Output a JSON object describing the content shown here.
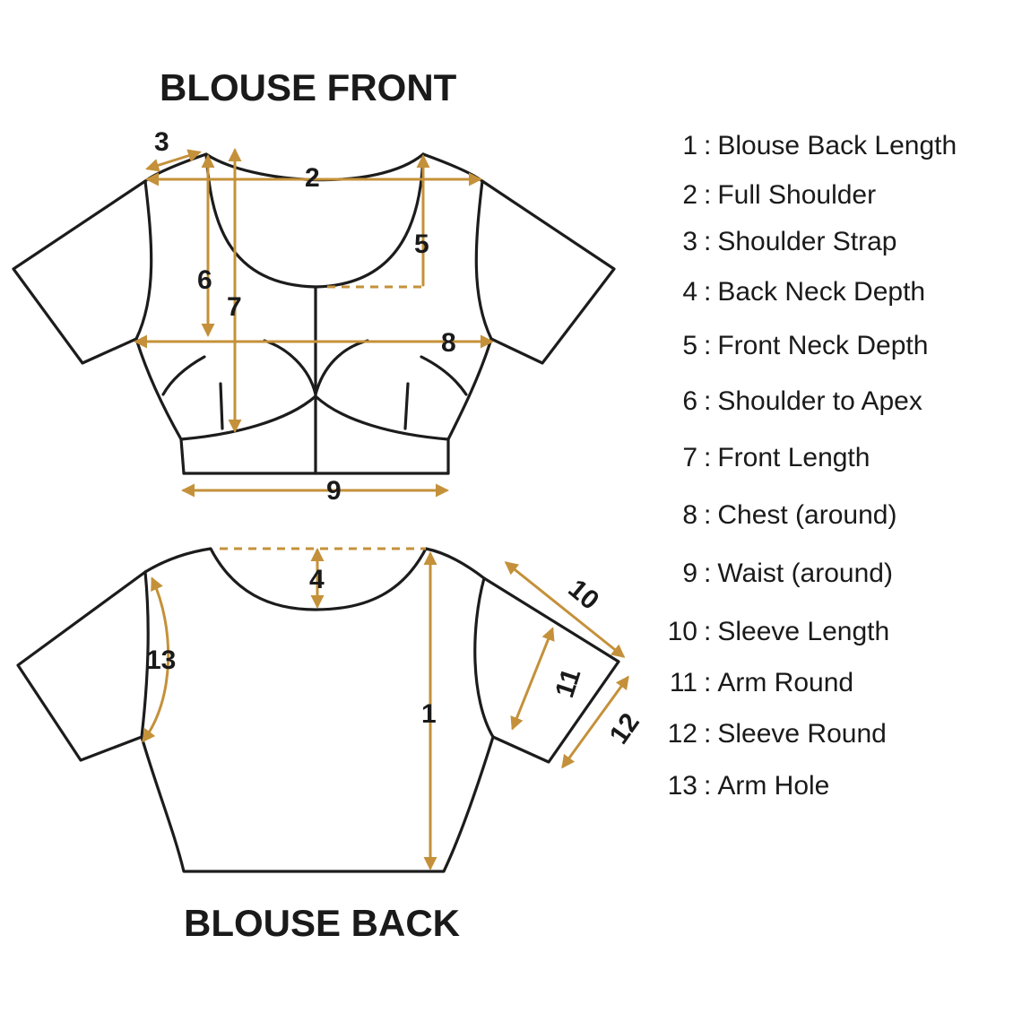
{
  "front_title": "BLOUSE FRONT",
  "back_title": "BLOUSE BACK",
  "colors": {
    "outline": "#1c1c1c",
    "measure_line": "#c4913a",
    "text": "#1a1a1a"
  },
  "marker_labels": {
    "m1": "1",
    "m2": "2",
    "m3": "3",
    "m4": "4",
    "m5": "5",
    "m6": "6",
    "m7": "7",
    "m8": "8",
    "m9": "9",
    "m10": "10",
    "m11": "11",
    "m12": "12",
    "m13": "13"
  },
  "legend": [
    {
      "num": "1",
      "sep": ":",
      "label": "Blouse Back Length"
    },
    {
      "num": "2",
      "sep": ":",
      "label": "Full Shoulder"
    },
    {
      "num": "3",
      "sep": ":",
      "label": "Shoulder Strap"
    },
    {
      "num": "4",
      "sep": ":",
      "label": "Back Neck Depth"
    },
    {
      "num": "5",
      "sep": ":",
      "label": "Front Neck Depth"
    },
    {
      "num": "6",
      "sep": ":",
      "label": "Shoulder to Apex"
    },
    {
      "num": "7",
      "sep": ":",
      "label": "Front Length"
    },
    {
      "num": "8",
      "sep": ":",
      "label": "Chest (around)"
    },
    {
      "num": "9",
      "sep": ":",
      "label": "Waist (around)"
    },
    {
      "num": "10",
      "sep": ":",
      "label": "Sleeve Length"
    },
    {
      "num": "11",
      "sep": ":",
      "label": "Arm Round"
    },
    {
      "num": "12",
      "sep": ":",
      "label": "Sleeve Round"
    },
    {
      "num": "13",
      "sep": ":",
      "label": "Arm Hole"
    }
  ]
}
